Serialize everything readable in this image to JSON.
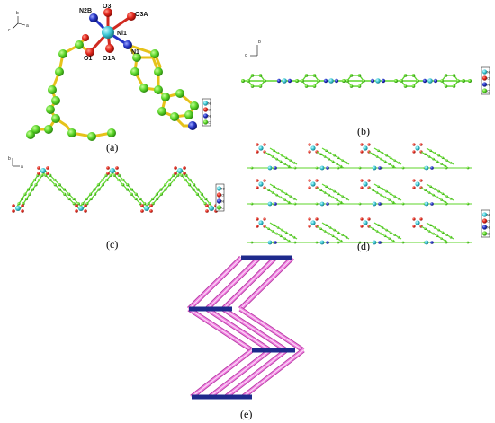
{
  "panel_a": {
    "caption": "(a)",
    "atom_labels": {
      "o3": "O3",
      "n2b": "N2B",
      "o3a": "O3A",
      "ni1": "Ni1",
      "o1": "O1",
      "o1a": "O1A",
      "n1": "N1"
    },
    "axes": {
      "c": "c",
      "b": "b",
      "a": "a"
    }
  },
  "panel_b": {
    "caption": "(b)",
    "axes": {
      "b": "b",
      "c": "c"
    }
  },
  "panel_c": {
    "caption": "(c)",
    "axes": {
      "b": "b",
      "a": "a"
    }
  },
  "panel_d": {
    "caption": "(d)"
  },
  "panel_e": {
    "caption": "(e)"
  },
  "legend": {
    "ni": "Ni",
    "o": "O",
    "n": "N",
    "c": "C"
  },
  "colors": {
    "nickel": "#3fc9d6",
    "oxygen": "#e3261c",
    "nitrogen": "#2433c4",
    "carbon": "#5cd62a",
    "bond_yellow": "#e6c21a",
    "topology_rod": "#f080e0",
    "topology_node": "#1e2a8c"
  }
}
